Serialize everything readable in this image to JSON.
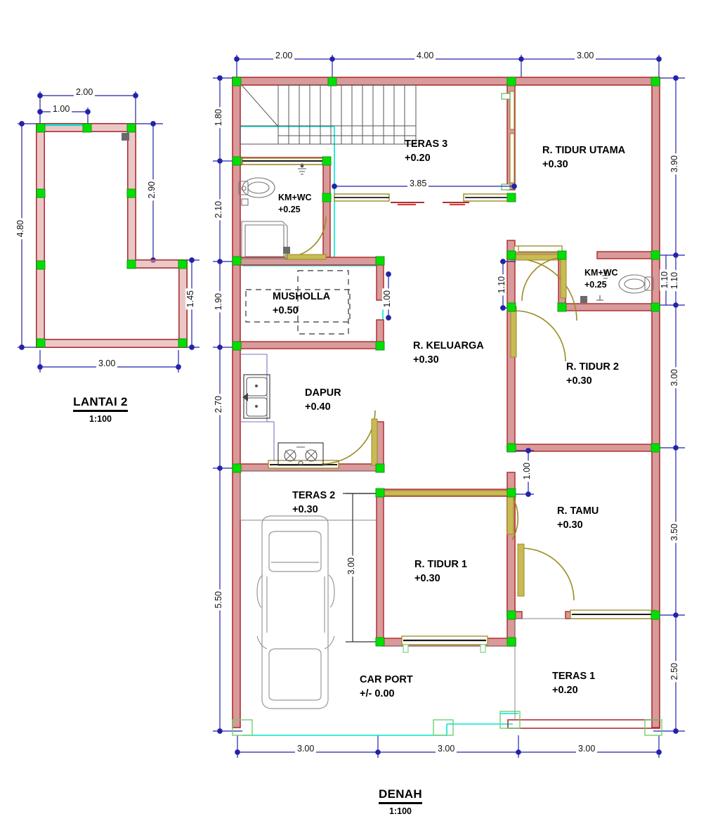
{
  "drawing": {
    "titles": [
      {
        "id": "lantai2",
        "name": "LANTAI 2",
        "scale": "1:100"
      },
      {
        "id": "denah",
        "name": "DENAH ",
        "scale": "1:100"
      }
    ]
  },
  "colors": {
    "wall_fill": "#d89a9a",
    "wall_line": "#b03030",
    "column_green": "#00e000",
    "column_outline": "#1f8f1f",
    "dimension_blue": "#2222aa",
    "axis_cyan": "#00e5d0",
    "door_olive": "#9a8b22",
    "fixture_gray": "#808080",
    "text_black": "#000000",
    "stair_gray": "#555555"
  },
  "lantai2": {
    "title": "LANTAI 2",
    "scale": "1:100",
    "dimensions_top": [
      {
        "label": "2.00"
      },
      {
        "label": "1.00"
      }
    ],
    "dimensions_left": [
      {
        "label": "4.80"
      }
    ],
    "dimensions_right": [
      {
        "label": "2.90"
      },
      {
        "label": "1.45"
      }
    ],
    "dimensions_bottom": [
      {
        "label": "3.00"
      }
    ]
  },
  "denah": {
    "title": "DENAH ",
    "scale": "1:100",
    "dimensions_top": [
      {
        "label": "2.00"
      },
      {
        "label": "4.00"
      },
      {
        "label": "3.00"
      }
    ],
    "dimensions_left": [
      {
        "label": "1.80"
      },
      {
        "label": "2.10"
      },
      {
        "label": "1.90"
      },
      {
        "label": "2.70"
      },
      {
        "label": "5.50"
      }
    ],
    "dimensions_right": [
      {
        "label": "3.90"
      },
      {
        "label": "1.10"
      },
      {
        "label": "3.00"
      },
      {
        "label": "3.50"
      },
      {
        "label": "2.50"
      }
    ],
    "dimensions_bottom": [
      {
        "label": "3.00"
      },
      {
        "label": "3.00"
      },
      {
        "label": "3.00"
      }
    ],
    "dimensions_internal": [
      {
        "label": "3.85",
        "orientation": "horizontal"
      },
      {
        "label": "1.00",
        "orientation": "vertical",
        "near": "musholla"
      },
      {
        "label": "1.10",
        "orientation": "vertical",
        "near": "r-keluarga-left"
      },
      {
        "label": "1.10",
        "orientation": "vertical",
        "near": "km-wc-2-right"
      },
      {
        "label": "1.00",
        "orientation": "vertical",
        "near": "r-tamu"
      },
      {
        "label": "3.00",
        "orientation": "vertical",
        "near": "r-tidur-1"
      }
    ],
    "rooms": [
      {
        "id": "teras-3",
        "name": "TERAS 3",
        "level": "+0.20"
      },
      {
        "id": "km-wc-1",
        "name": "KM+WC",
        "level": "+0.25"
      },
      {
        "id": "r-tidur-utama",
        "name": "R. TIDUR UTAMA",
        "level": "+0.30"
      },
      {
        "id": "musholla",
        "name": "MUSHOLLA",
        "level": "+0.50"
      },
      {
        "id": "r-keluarga",
        "name": "R. KELUARGA",
        "level": "+0.30"
      },
      {
        "id": "km-wc-2",
        "name": "KM+WC",
        "level": "+0.25"
      },
      {
        "id": "r-tidur-2",
        "name": "R. TIDUR 2",
        "level": "+0.30"
      },
      {
        "id": "dapur",
        "name": "DAPUR",
        "level": "+0.40"
      },
      {
        "id": "teras-2",
        "name": "TERAS 2",
        "level": "+0.30"
      },
      {
        "id": "r-tidur-1",
        "name": "R. TIDUR 1",
        "level": "+0.30"
      },
      {
        "id": "r-tamu",
        "name": "R. TAMU",
        "level": "+0.30"
      },
      {
        "id": "car-port",
        "name": "CAR PORT",
        "level": "+/- 0.00"
      },
      {
        "id": "teras-1",
        "name": "TERAS 1",
        "level": "+0.20"
      }
    ]
  }
}
